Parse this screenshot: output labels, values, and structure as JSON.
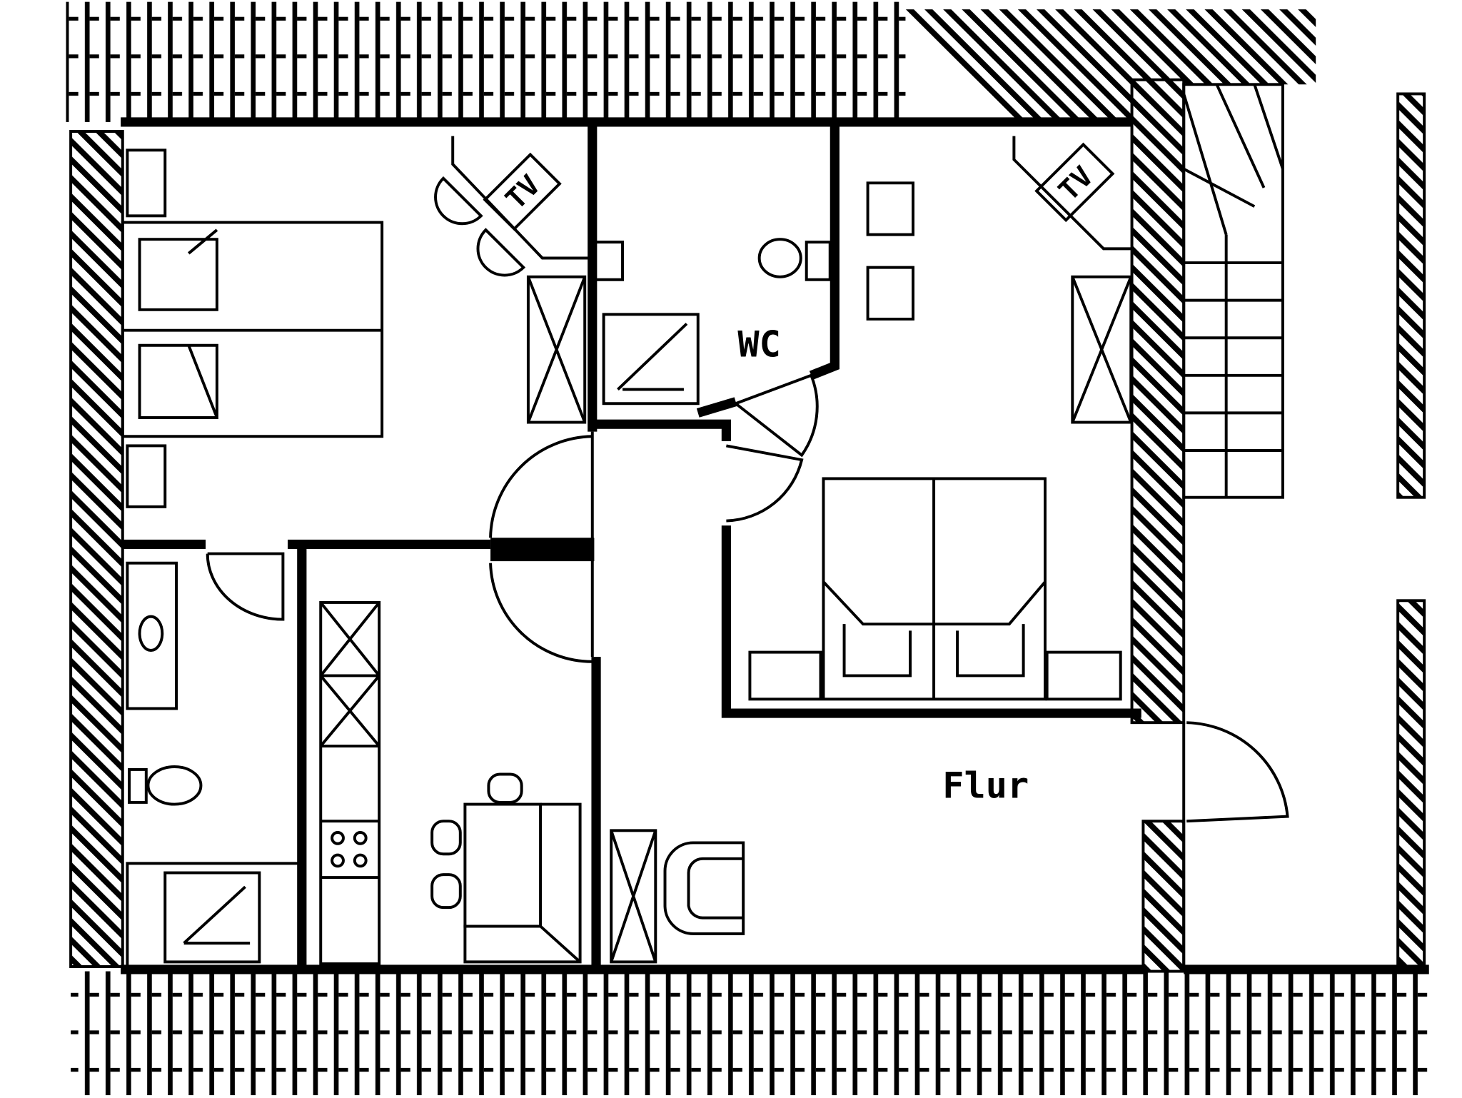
{
  "plan": {
    "labels": {
      "tv_left": "TV",
      "tv_right": "TV",
      "wc": "WC",
      "hallway": "Flur"
    },
    "colors": {
      "ink": "#000000",
      "paper": "#ffffff"
    }
  }
}
